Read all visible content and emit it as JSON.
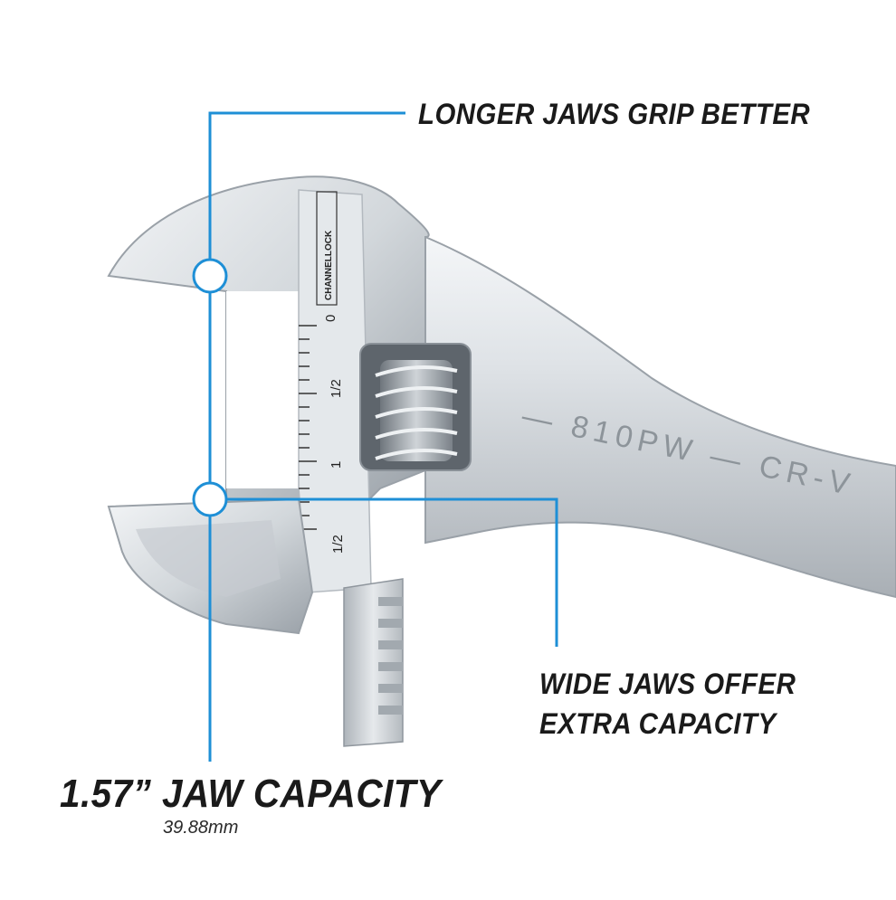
{
  "colors": {
    "accent": "#1e8fd6",
    "text": "#1a1a1a",
    "chrome_light": "#e8ebee",
    "chrome_mid": "#c3c8cd",
    "chrome_dark": "#8f969d"
  },
  "brand": {
    "logo_text": "CHANNELLOCK"
  },
  "scale": {
    "marks": [
      "0",
      "1/2",
      "1",
      "1/2"
    ]
  },
  "engraving": {
    "model": "— 810PW — CR-V"
  },
  "callouts": {
    "longer_jaws": "LONGER JAWS GRIP BETTER",
    "wide_jaws_line1": "WIDE JAWS OFFER",
    "wide_jaws_line2": "EXTRA CAPACITY",
    "jaw_capacity": "1.57” JAW CAPACITY",
    "jaw_capacity_mm": "39.88mm"
  }
}
